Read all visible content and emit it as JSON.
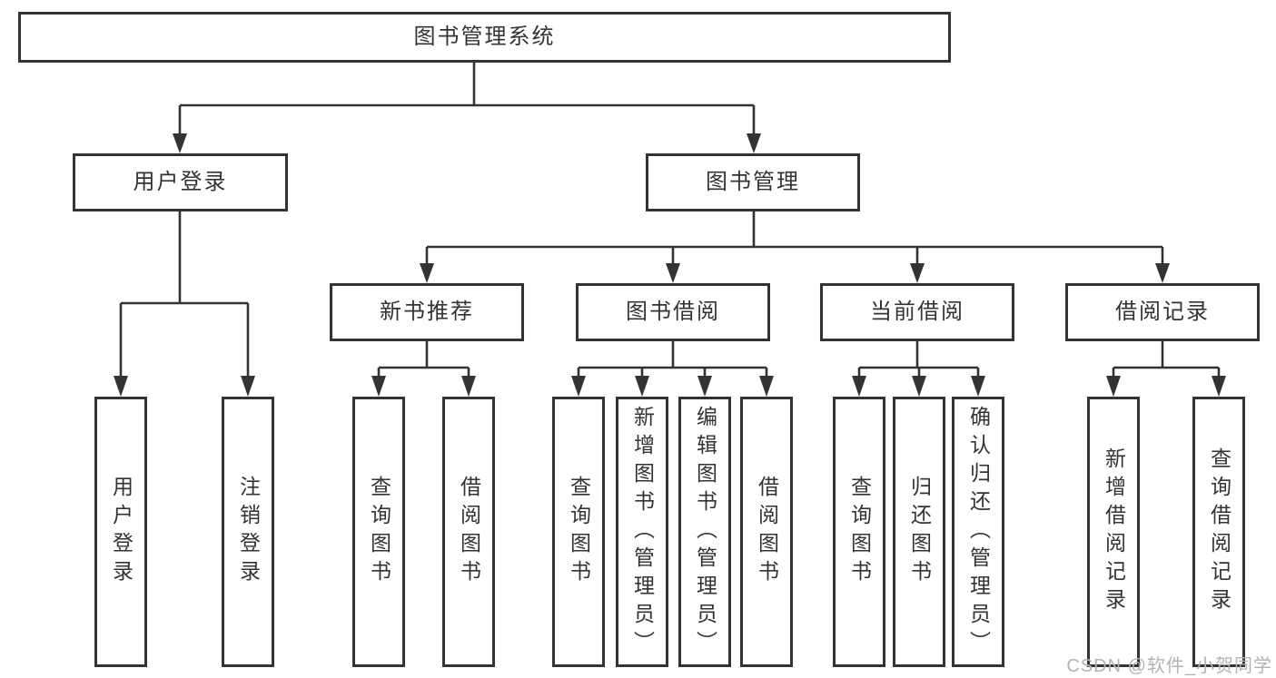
{
  "tree": {
    "label": "图书管理系统",
    "children": [
      {
        "label": "用户登录",
        "children": [
          {
            "label": "用户登录"
          },
          {
            "label": "注销登录"
          }
        ]
      },
      {
        "label": "图书管理",
        "children": [
          {
            "label": "新书推荐",
            "children": [
              {
                "label": "查询图书"
              },
              {
                "label": "借阅图书"
              }
            ]
          },
          {
            "label": "图书借阅",
            "children": [
              {
                "label": "查询图书"
              },
              {
                "label": "新增图书（管理员）"
              },
              {
                "label": "编辑图书（管理员）"
              },
              {
                "label": "借阅图书"
              }
            ]
          },
          {
            "label": "当前借阅",
            "children": [
              {
                "label": "查询图书"
              },
              {
                "label": "归还图书"
              },
              {
                "label": "确认归还（管理员）"
              }
            ]
          },
          {
            "label": "借阅记录",
            "children": [
              {
                "label": "新增借阅记录"
              },
              {
                "label": "查询借阅记录"
              }
            ]
          }
        ]
      }
    ]
  },
  "watermark": {
    "text": "CSDN @软件_小贺同学"
  },
  "colors": {
    "line": "#333333",
    "background": "#ffffff",
    "watermark": "#b3b3b3"
  }
}
